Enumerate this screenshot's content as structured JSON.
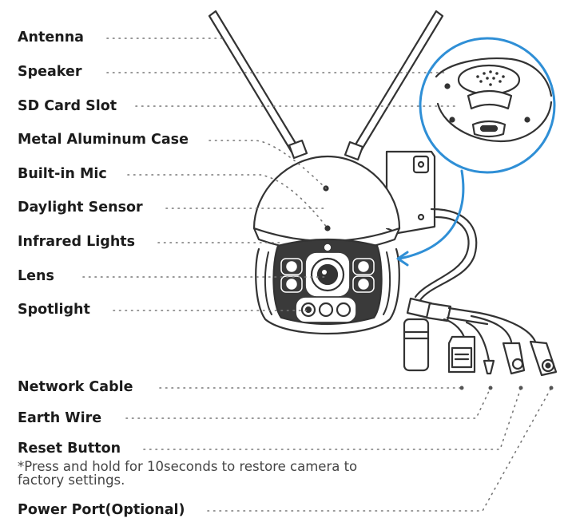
{
  "labels": {
    "antenna": "Antenna",
    "speaker": "Speaker",
    "sd_card_slot": "SD Card Slot",
    "metal_case": "Metal Aluminum Case",
    "builtin_mic": "Built-in Mic",
    "daylight_sensor": "Daylight Sensor",
    "infrared_lights": "Infrared Lights",
    "lens": "Lens",
    "spotlight": "Spotlight",
    "network_cable": "Network Cable",
    "earth_wire": "Earth Wire",
    "reset_button": "Reset Button",
    "power_port": "Power Port(Optional)"
  },
  "reset_note": {
    "line1": "*Press and hold for 10seconds to restore camera to",
    "line2": "factory settings."
  }
}
